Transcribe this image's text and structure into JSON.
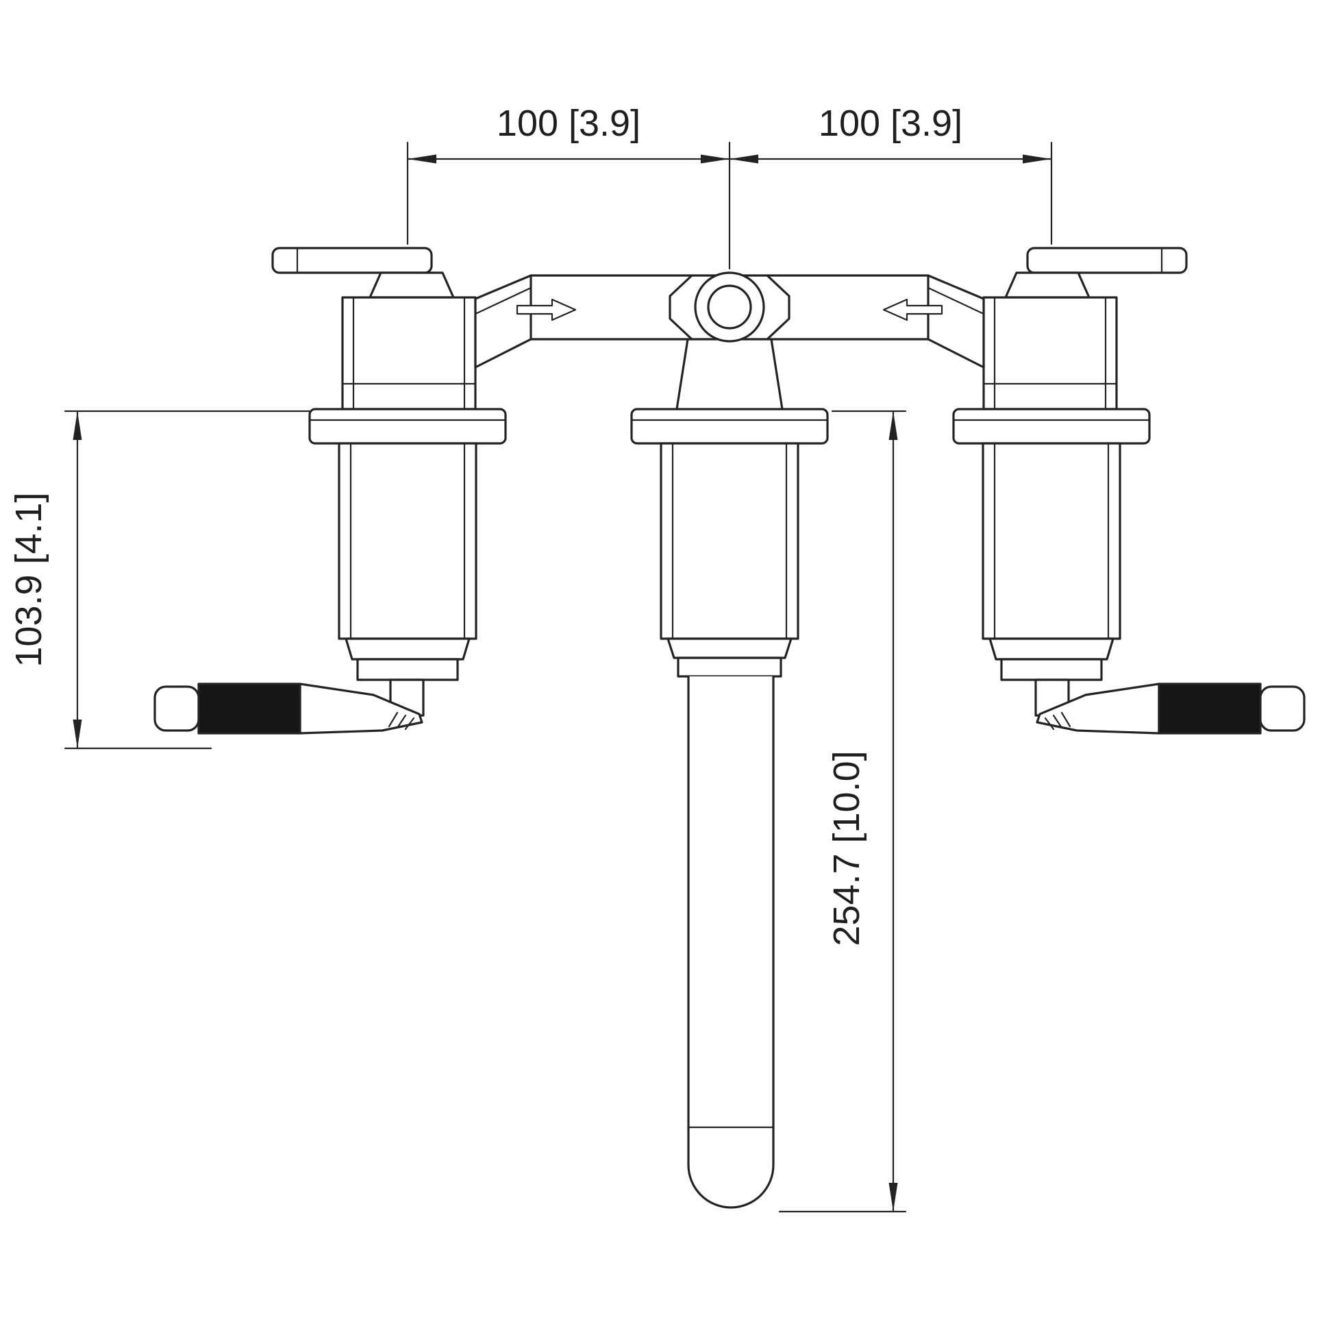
{
  "drawing": {
    "dims": {
      "top_left": "100 [3.9]",
      "top_right": "100 [3.9]",
      "left_height": "103.9 [4.1]",
      "spout_reach": "254.7 [10.0]"
    },
    "icons": {
      "flow_left": "arrow-right-icon",
      "flow_right": "arrow-left-icon"
    },
    "colors": {
      "line": "#232323",
      "background": "#ffffff",
      "grip": "#161616"
    }
  }
}
